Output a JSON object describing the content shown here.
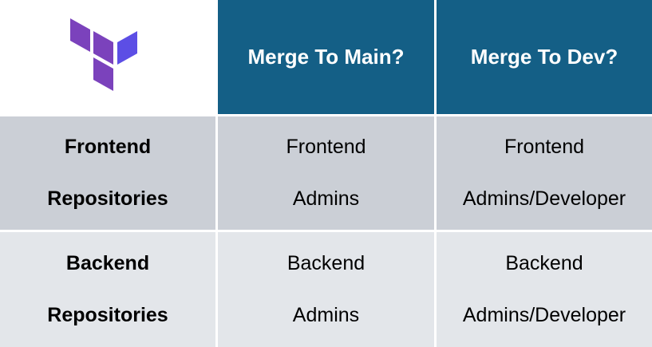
{
  "logo": {
    "name": "terraform-logo-icon",
    "color_light": "#7b42bc",
    "color_dark": "#5c4ee5"
  },
  "header": {
    "col1": "Merge To Main?",
    "col2": "Merge To Dev?"
  },
  "rows": [
    {
      "label_line1": "Frontend",
      "label_line2": "Repositories",
      "main_line1": "Frontend",
      "main_line2": "Admins",
      "dev_line1": "Frontend",
      "dev_line2": "Admins/Developer"
    },
    {
      "label_line1": "Backend",
      "label_line2": "Repositories",
      "main_line1": "Backend",
      "main_line2": "Admins",
      "dev_line1": "Backend",
      "dev_line2": "Admins/Developer"
    }
  ],
  "colors": {
    "header_bg": "#145f86",
    "row1_bg": "#cbcfd6",
    "row2_bg": "#e3e6ea"
  }
}
